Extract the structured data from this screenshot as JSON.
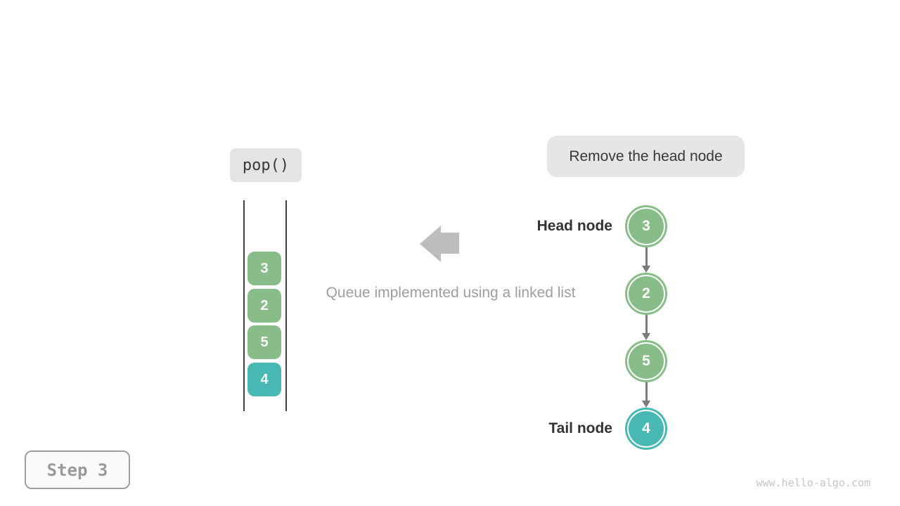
{
  "labels": {
    "operation": "pop()",
    "annotation": "Remove the head node",
    "caption": "Queue implemented using a linked list",
    "head_node": "Head node",
    "tail_node": "Tail node",
    "step": "Step 3",
    "watermark": "www.hello-algo.com"
  },
  "colors": {
    "node_green": "#88BC88",
    "node_teal": "#48B8B2",
    "chip_bg": "#E6E6E6",
    "big_arrow_gray": "#BDBDBD",
    "link_arrow_gray": "#7A7A7A"
  },
  "stack": {
    "items": [
      {
        "value": "3",
        "color": "#88BC88"
      },
      {
        "value": "2",
        "color": "#88BC88"
      },
      {
        "value": "5",
        "color": "#88BC88"
      },
      {
        "value": "4",
        "color": "#48B8B2"
      }
    ]
  },
  "linked_list": {
    "nodes": [
      {
        "value": "3",
        "color": "#88BC88",
        "label": "Head node"
      },
      {
        "value": "2",
        "color": "#88BC88"
      },
      {
        "value": "5",
        "color": "#88BC88"
      },
      {
        "value": "4",
        "color": "#48B8B2",
        "label": "Tail node"
      }
    ]
  }
}
